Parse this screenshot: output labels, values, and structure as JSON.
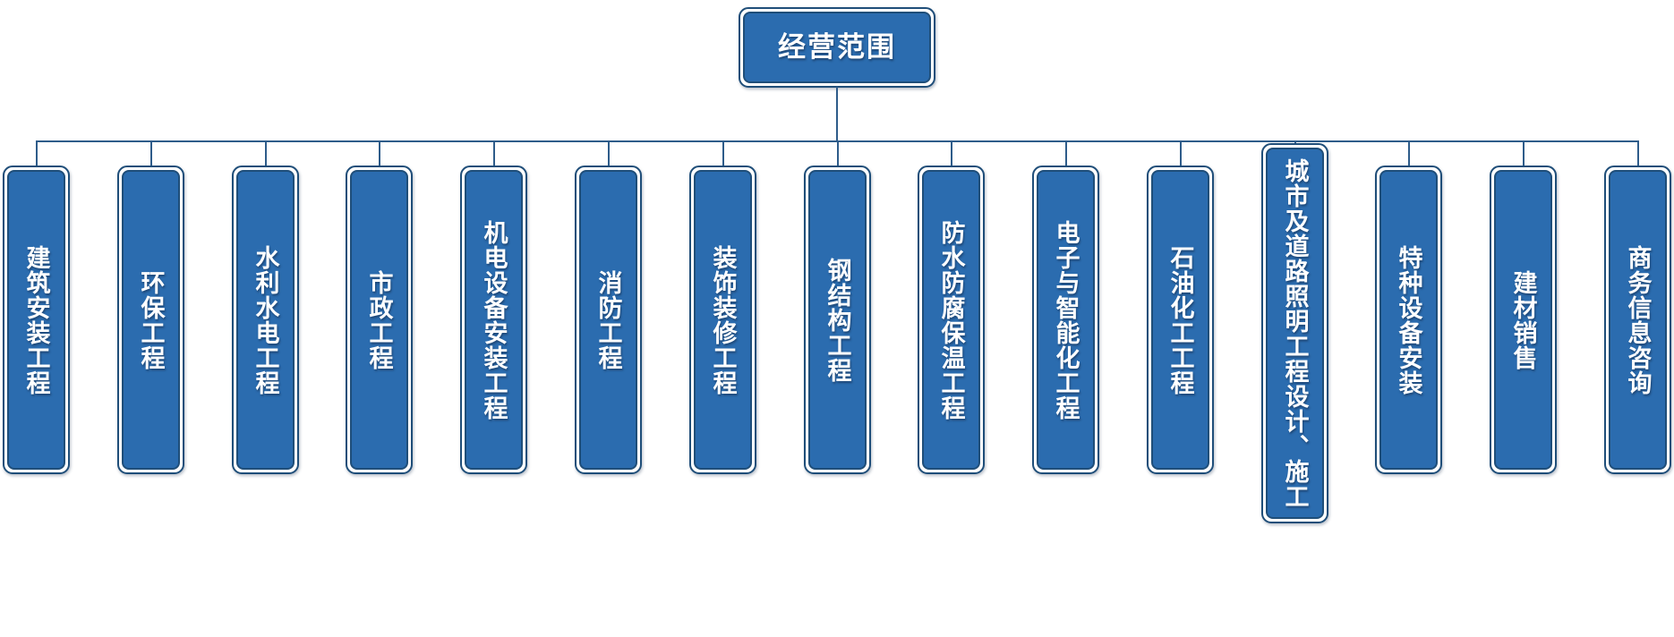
{
  "diagram": {
    "type": "organization-tree",
    "title": "经营范围",
    "orientation": "top-down",
    "colors": {
      "node_fill": "#2B6CAF",
      "node_border": "#1F4E79",
      "connector": "#2E5C8A",
      "text": "#FFFFFF",
      "background": "#FFFFFF"
    },
    "root": {
      "label": "经营范围"
    },
    "children": [
      {
        "label": "建筑安装工程"
      },
      {
        "label": "环保工程"
      },
      {
        "label": "水利水电工程"
      },
      {
        "label": "市政工程"
      },
      {
        "label": "机电设备安装工程"
      },
      {
        "label": "消防工程"
      },
      {
        "label": "装饰装修工程"
      },
      {
        "label": "钢结构工程"
      },
      {
        "label": "防水防腐保温工程"
      },
      {
        "label": "电子与智能化工程"
      },
      {
        "label": "石油化工工程"
      },
      {
        "label": "城市及道路照明工程设计、施工"
      },
      {
        "label": "特种设备安装"
      },
      {
        "label": "建材销售"
      },
      {
        "label": "商务信息咨询"
      }
    ]
  }
}
